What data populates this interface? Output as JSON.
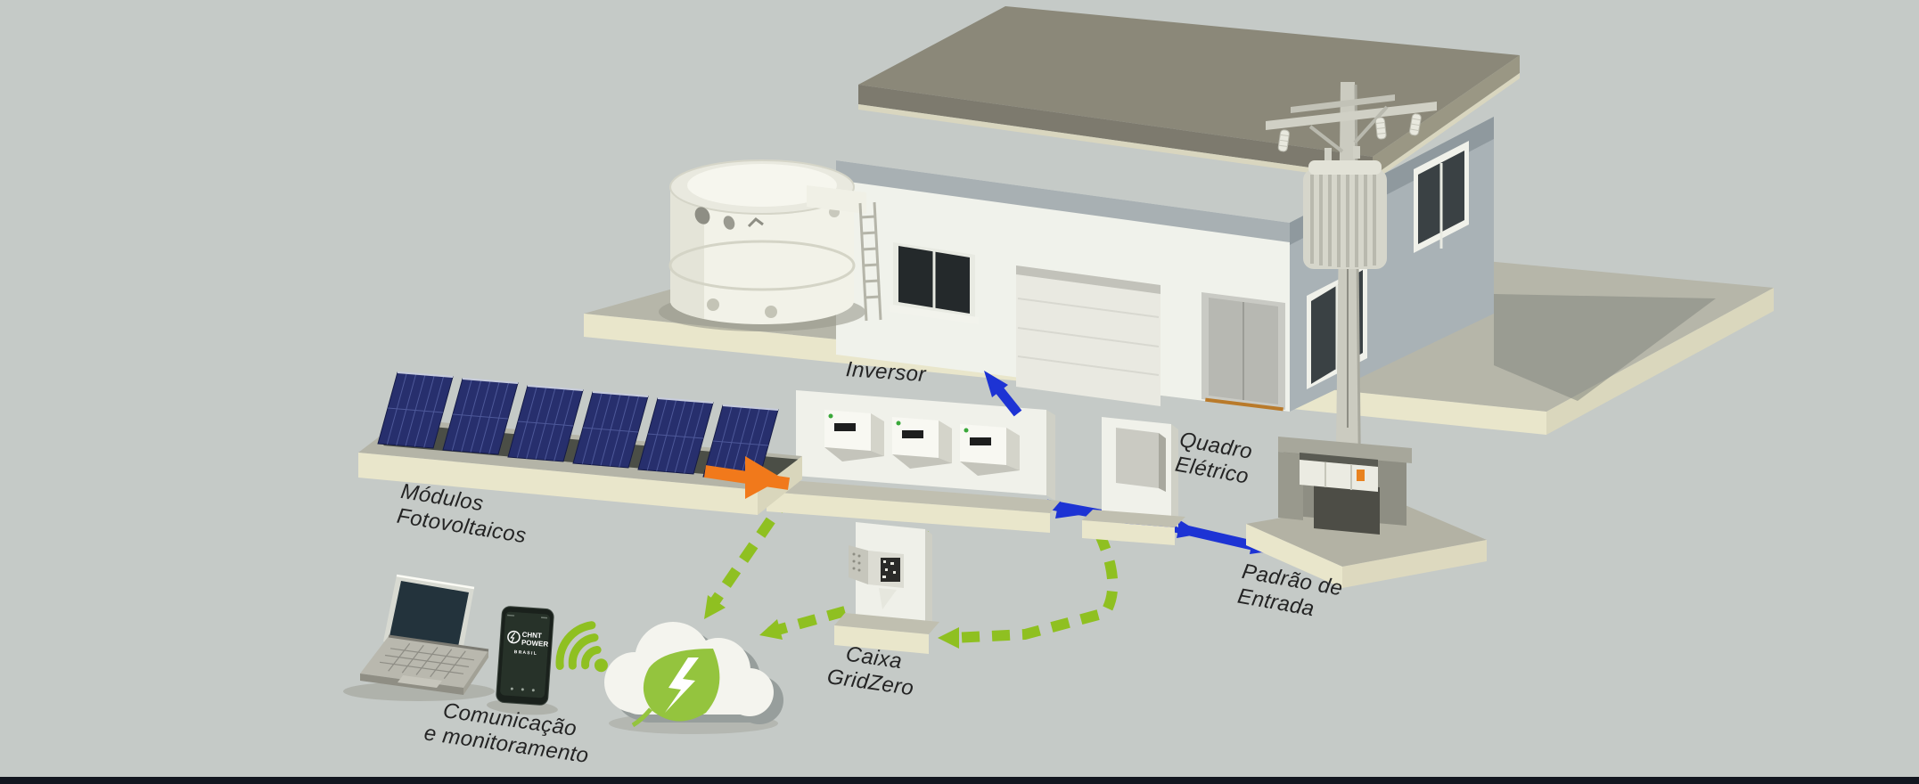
{
  "colors": {
    "background": "#c5cac7",
    "footer_bar": "#12161f",
    "dc_flow": "#f1791b",
    "ac_flow": "#1d33d4",
    "monitor_flow": "#8fc021",
    "panel_blue": "#272f6d",
    "roof_gray": "#8b8879",
    "wall_white": "#f0f2eb",
    "platform_gray": "#b6b6a9",
    "slab_cream": "#e9e6cb",
    "label_text": "#242424"
  },
  "labels": {
    "modules": "Módulos\nFotovoltaicos",
    "inverter": "Inversor",
    "electrical_panel": "Quadro\nElétrico",
    "entry_standard": "Padrão de\nEntrada",
    "gridzero": "Caixa\nGridZero",
    "communication": "Comunicação\ne monitoramento"
  },
  "phone": {
    "brand_line1": "CHNT",
    "brand_line2": "POWER",
    "brand_line3": "B R A S I L"
  }
}
